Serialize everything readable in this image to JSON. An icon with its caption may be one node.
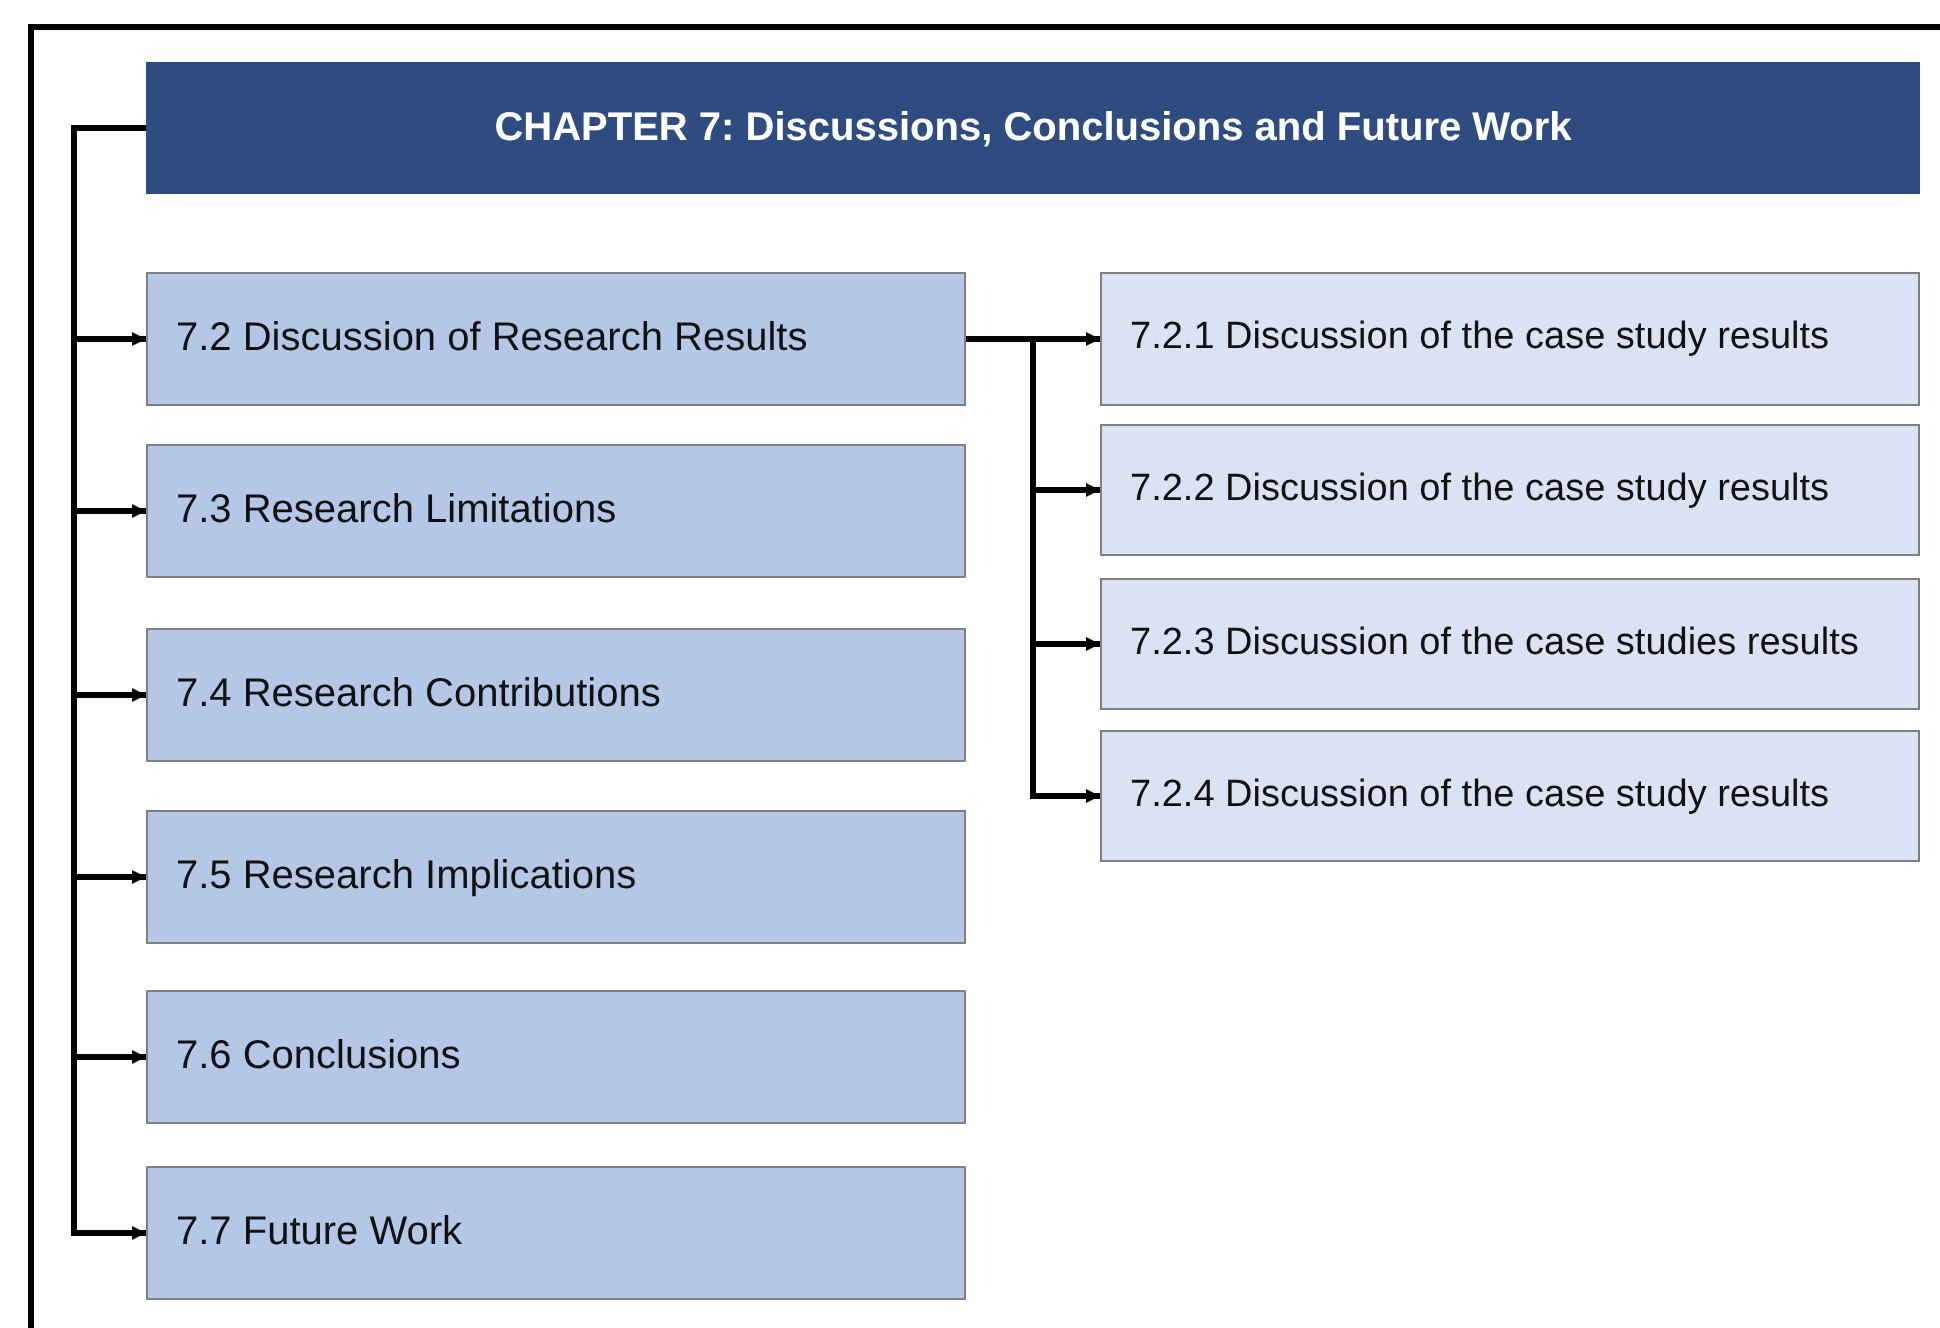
{
  "diagram": {
    "nodes": [
      {
        "text": [
          "CHAPTER 7: Discussions, Conclusions and Future Work"
        ]
      },
      {
        "text": [
          "7.2 Discussion of Research Results"
        ]
      },
      {
        "text": [
          "7.3 Research Limitations"
        ]
      },
      {
        "text": [
          "7.4 Research Contributions"
        ]
      },
      {
        "text": [
          "7.5 Research Implications"
        ]
      },
      {
        "text": [
          "7.6 Conclusions"
        ]
      },
      {
        "text": [
          "7.7 Future Work"
        ]
      },
      {
        "text": [
          "7.2.1 Discussion of the case study results"
        ]
      },
      {
        "text": [
          "7.2.2 Discussion of the case study results"
        ]
      },
      {
        "text": [
          "7.2.3 Discussion of the case studies results"
        ]
      },
      {
        "text": [
          "7.2.4 Discussion of the case study results"
        ]
      }
    ],
    "edges": [
      {
        "from": 0,
        "to": 1,
        "arrow": "to"
      },
      {
        "from": 0,
        "to": 2,
        "arrow": "to"
      },
      {
        "from": 0,
        "to": 3,
        "arrow": "to"
      },
      {
        "from": 0,
        "to": 4,
        "arrow": "to"
      },
      {
        "from": 0,
        "to": 5,
        "arrow": "to"
      },
      {
        "from": 0,
        "to": 6,
        "arrow": "to"
      },
      {
        "from": 1,
        "to": 7,
        "arrow": "to"
      },
      {
        "from": 1,
        "to": 8,
        "arrow": "to"
      },
      {
        "from": 1,
        "to": 9,
        "arrow": "to"
      },
      {
        "from": 1,
        "to": 10,
        "arrow": "to"
      }
    ]
  }
}
